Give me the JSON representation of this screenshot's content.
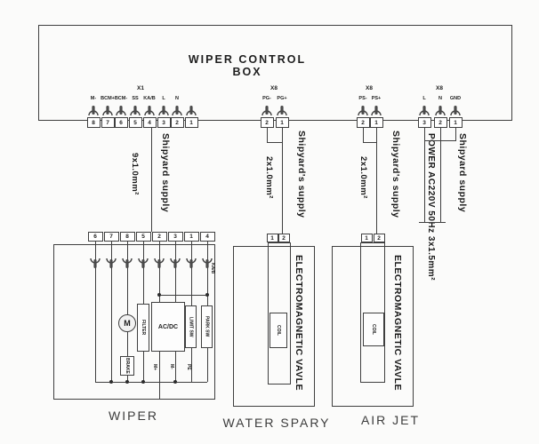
{
  "title": "WIPER CONTROL BOX",
  "connector_groups": [
    {
      "name": "X1",
      "terminals": [
        {
          "num": "8",
          "label": "M-"
        },
        {
          "num": "7",
          "label": "BCM+"
        },
        {
          "num": "6",
          "label": "BCM-"
        },
        {
          "num": "5",
          "label": "SS"
        },
        {
          "num": "4",
          "label": "KA/B"
        },
        {
          "num": "3",
          "label": "L"
        },
        {
          "num": "2",
          "label": "N"
        },
        {
          "num": "1",
          "label": ""
        }
      ]
    },
    {
      "name": "X8",
      "terminals": [
        {
          "num": "2",
          "label": "PG-"
        },
        {
          "num": "1",
          "label": "PG+"
        }
      ]
    },
    {
      "name": "X8",
      "terminals": [
        {
          "num": "2",
          "label": "PS-"
        },
        {
          "num": "1",
          "label": "PS+"
        }
      ]
    },
    {
      "name": "X8",
      "terminals": [
        {
          "num": "3",
          "label": "L"
        },
        {
          "num": "2",
          "label": "N"
        },
        {
          "num": "1",
          "label": "GND"
        }
      ]
    }
  ],
  "cables": {
    "wiper": {
      "size": "9x1.0mm²",
      "supply": "Shipyard supply"
    },
    "water": {
      "size": "2x1.0mm²",
      "supply": "Shipyard's supply"
    },
    "air": {
      "size": "2x1.0mm²",
      "supply": "Shipyard's supply"
    },
    "power": {
      "size_label": "POWER AC220V 50Hz 3x1.5mm²",
      "supply": "Shipyard supply"
    }
  },
  "wiper_unit": {
    "caption": "WIPER",
    "strip_nums": [
      "6",
      "7",
      "8",
      "5",
      "2",
      "3",
      "1",
      "4"
    ],
    "motor_label": "M",
    "acdc_label": "AC/DC",
    "filter_label": "FILTER",
    "limit_label": "LIMIT SW",
    "park_label": "PARK SW",
    "brake_label": "BRAKE",
    "wire_tag": "KA/B",
    "wire_tags_bottom": [
      "M+",
      "M-",
      "PE"
    ]
  },
  "valves": [
    {
      "caption": "WATER SPARY",
      "strip_nums": [
        "1",
        "2"
      ],
      "body_label": "ELECTROMAGNETIC VAVLE",
      "coil_label": "COIL"
    },
    {
      "caption": "AIR JET",
      "strip_nums": [
        "1",
        "2"
      ],
      "body_label": "ELECTROMAGNETIC VAVLE",
      "coil_label": "COIL"
    }
  ],
  "colors": {
    "line": "#3f3f3f",
    "text": "#1e1e1e",
    "background": "#fbfbfa"
  }
}
